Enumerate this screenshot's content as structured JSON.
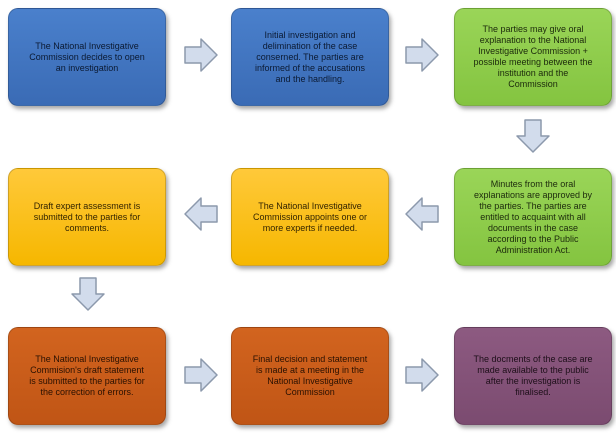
{
  "colors": {
    "blue": "#3f74c1",
    "green": "#8ccc4a",
    "yellow": "#fbbf14",
    "orange": "#c75a1a",
    "purple": "#845278",
    "arrow_fill": "#d2dcec",
    "arrow_stroke": "#8c99ac"
  },
  "steps": [
    {
      "text": "The National Investigative Commission decides to open an investigation"
    },
    {
      "text": "Initial investigation and delimination of the case conserned. The parties are informed of the accusations and the handling."
    },
    {
      "text": "The parties may give oral explanation to the National Investigative Commission + possible meeting between the institution and the Commission"
    },
    {
      "text": "Minutes from the oral explanations are approved by the parties. The parties are entitled to acquaint with all documents in the case according to the Public Administration Act."
    },
    {
      "text": "The National Investigative Commission appoints  one or more experts if needed."
    },
    {
      "text": "Draft expert assessment is submitted to the parties for comments."
    },
    {
      "text": "The National Investigative Commision's draft statement is submitted to the parties for the correction of errors."
    },
    {
      "text": "Final decision and statement is made at a meeting in the National Investigative Commission"
    },
    {
      "text": "The docments of the case are made available to the public after the investigation is finalised."
    }
  ],
  "arrows": [
    {
      "from": 1,
      "to": 2,
      "direction": "right"
    },
    {
      "from": 2,
      "to": 3,
      "direction": "right"
    },
    {
      "from": 3,
      "to": 4,
      "direction": "down"
    },
    {
      "from": 4,
      "to": 5,
      "direction": "left"
    },
    {
      "from": 5,
      "to": 6,
      "direction": "left"
    },
    {
      "from": 6,
      "to": 7,
      "direction": "down"
    },
    {
      "from": 7,
      "to": 8,
      "direction": "right"
    },
    {
      "from": 8,
      "to": 9,
      "direction": "right"
    }
  ]
}
